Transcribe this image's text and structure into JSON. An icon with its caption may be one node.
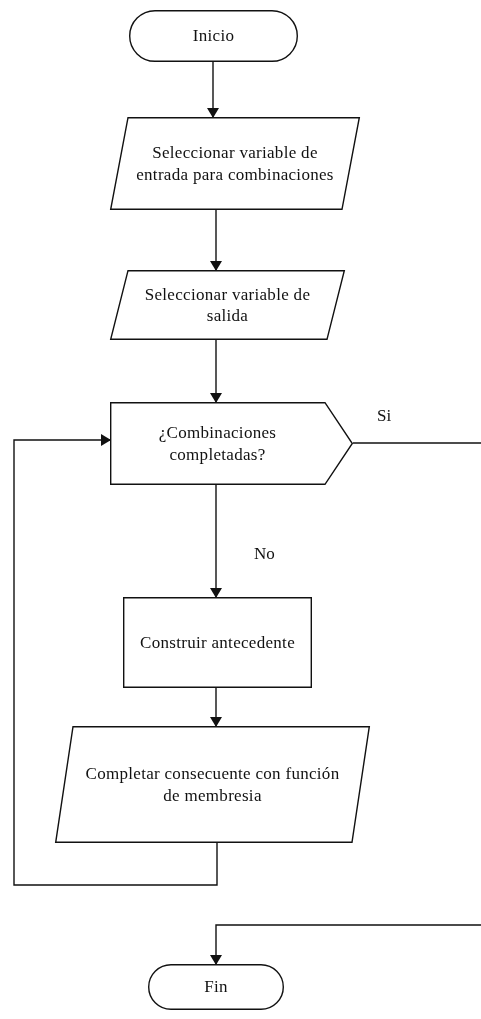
{
  "diagram": {
    "nodes": [
      {
        "text": [
          "Inicio"
        ]
      },
      {
        "text": [
          "Seleccionar variable de entrada para combinaciones"
        ]
      },
      {
        "text": [
          "Seleccionar variable de salida"
        ]
      },
      {
        "text": [
          "¿Combinaciones completadas?"
        ]
      },
      {
        "text": [
          "Construir antecedente"
        ]
      },
      {
        "text": [
          "Completar consecuente con función de membresia"
        ]
      },
      {
        "text": [
          "Fin"
        ]
      }
    ],
    "edges": [
      {
        "from": 0,
        "to": 1,
        "arrow": "to"
      },
      {
        "from": 1,
        "to": 2,
        "arrow": "to"
      },
      {
        "from": 2,
        "to": 3,
        "arrow": "to"
      },
      {
        "from": 3,
        "to": 4,
        "arrow": "to",
        "label": "No"
      },
      {
        "from": 4,
        "to": 5,
        "arrow": "to"
      },
      {
        "from": 5,
        "to": 3,
        "arrow": "to"
      },
      {
        "from": 3,
        "to": null,
        "arrow": "none",
        "label": "Si"
      },
      {
        "from": null,
        "to": 6,
        "arrow": "to"
      }
    ]
  }
}
